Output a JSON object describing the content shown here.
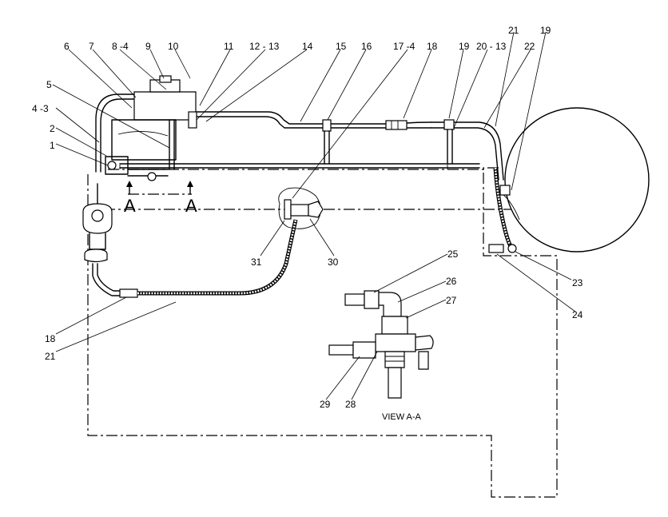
{
  "callouts": [
    {
      "id": "c1",
      "text": "1"
    },
    {
      "id": "c2",
      "text": "2"
    },
    {
      "id": "c3",
      "text": "4 -3"
    },
    {
      "id": "c4",
      "text": "5"
    },
    {
      "id": "c5",
      "text": "6"
    },
    {
      "id": "c6",
      "text": "7"
    },
    {
      "id": "c7",
      "text": "8 -4"
    },
    {
      "id": "c8",
      "text": "9"
    },
    {
      "id": "c9",
      "text": "10"
    },
    {
      "id": "c10",
      "text": "11"
    },
    {
      "id": "c11",
      "text": "12 - 13"
    },
    {
      "id": "c12",
      "text": "14"
    },
    {
      "id": "c13",
      "text": "15"
    },
    {
      "id": "c14",
      "text": "16"
    },
    {
      "id": "c15",
      "text": "17 -4"
    },
    {
      "id": "c16",
      "text": "18"
    },
    {
      "id": "c17",
      "text": "19"
    },
    {
      "id": "c18",
      "text": "20 - 13"
    },
    {
      "id": "c19",
      "text": "21"
    },
    {
      "id": "c20",
      "text": "22"
    },
    {
      "id": "c21",
      "text": "19"
    },
    {
      "id": "c22",
      "text": "23"
    },
    {
      "id": "c23",
      "text": "24"
    },
    {
      "id": "c24",
      "text": "25"
    },
    {
      "id": "c25",
      "text": "26"
    },
    {
      "id": "c26",
      "text": "27"
    },
    {
      "id": "c27",
      "text": "28"
    },
    {
      "id": "c28",
      "text": "29"
    },
    {
      "id": "c29",
      "text": "30"
    },
    {
      "id": "c30",
      "text": "31"
    },
    {
      "id": "c31",
      "text": "18"
    },
    {
      "id": "c32",
      "text": "21"
    }
  ],
  "section_marks": {
    "left": "A",
    "right": "A"
  },
  "view_label": "VIEW  A-A"
}
